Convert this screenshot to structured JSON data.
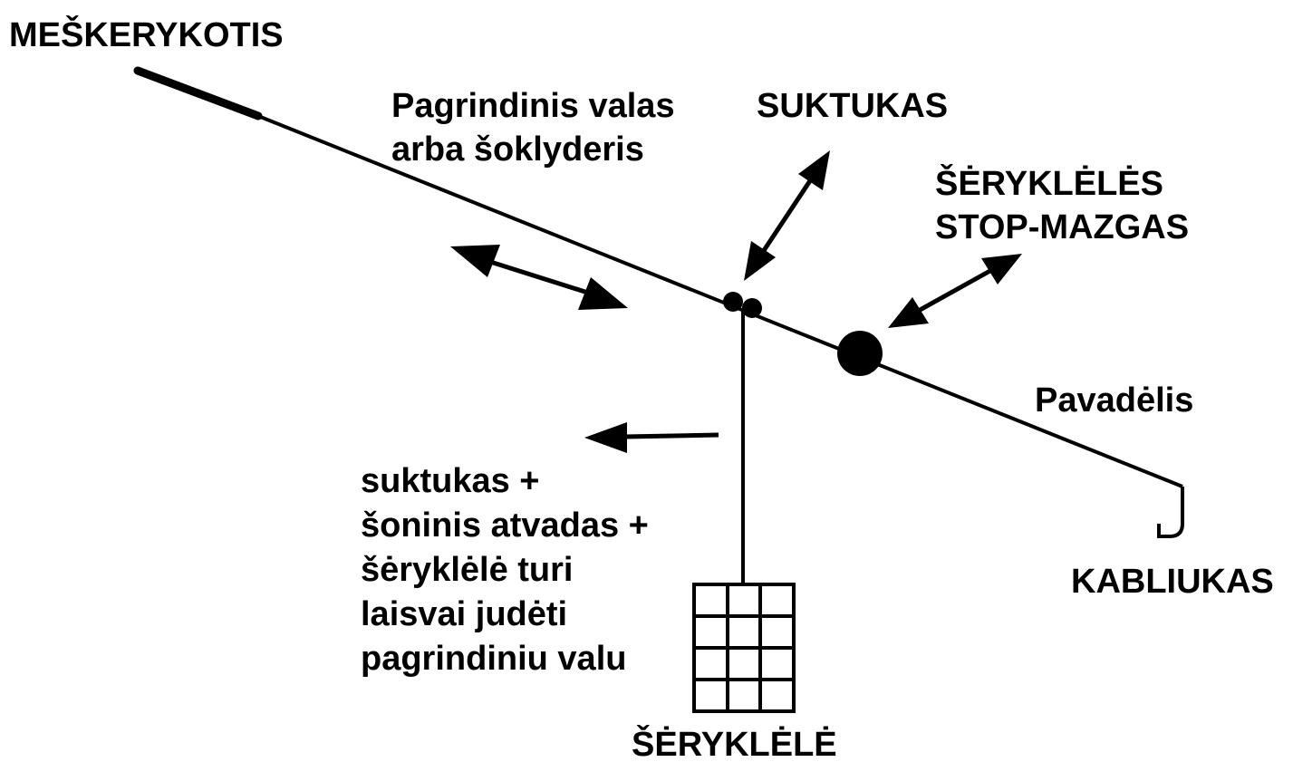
{
  "labels": {
    "rod": "MEŠKERYKOTIS",
    "main_line_1": "Pagrindinis valas",
    "main_line_2": "arba šoklyderis",
    "swivel": "SUKTUKAS",
    "stop_knot_1": "ŠĖRYKLĖLĖS",
    "stop_knot_2": "STOP-MAZGAS",
    "leader": "Pavadėlis",
    "hook": "KABLIUKAS",
    "feeder": "ŠĖRYKLĖLĖ",
    "note": [
      "suktukas +",
      "šoninis atvadas +",
      "šėryklėlė turi",
      "laisvai judėti",
      "pagrindiniu valu"
    ]
  },
  "colors": {
    "ink": "#000000",
    "background": "#ffffff"
  }
}
